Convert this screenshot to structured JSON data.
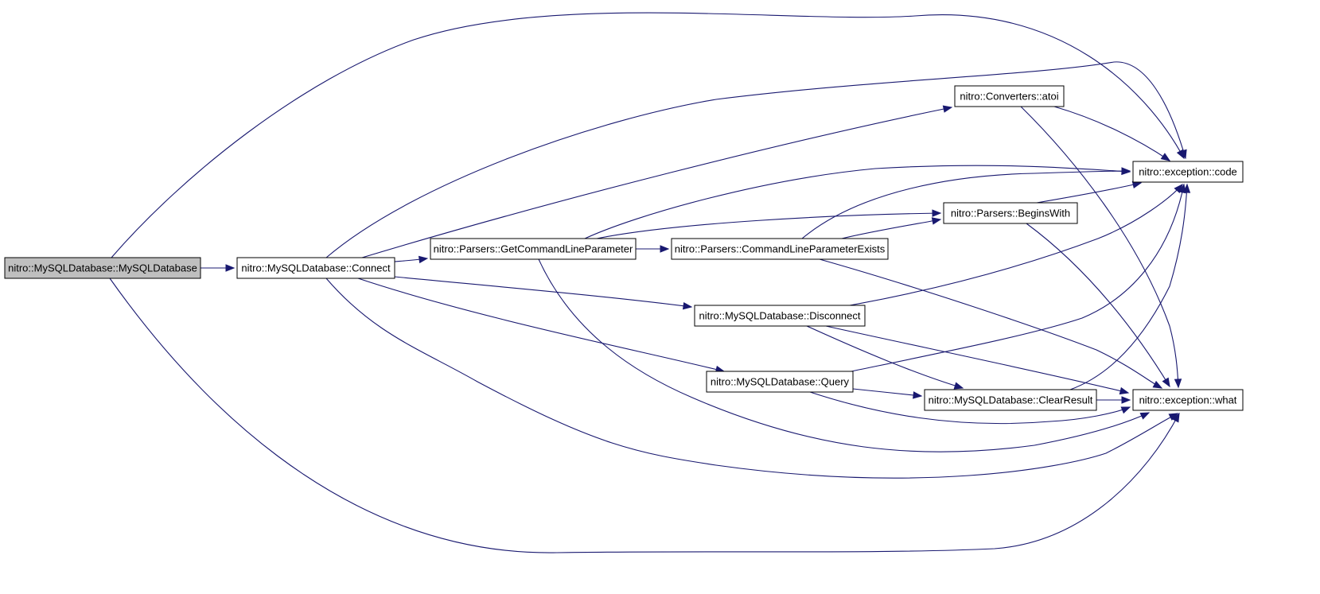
{
  "graph": {
    "nodes": [
      {
        "id": "mysql_ctor",
        "label": "nitro::MySQLDatabase::MySQLDatabase",
        "highlighted": true
      },
      {
        "id": "connect",
        "label": "nitro::MySQLDatabase::Connect"
      },
      {
        "id": "getcmd",
        "label": "nitro::Parsers::GetCommandLineParameter"
      },
      {
        "id": "cmdexists",
        "label": "nitro::Parsers::CommandLineParameterExists"
      },
      {
        "id": "atoi",
        "label": "nitro::Converters::atoi"
      },
      {
        "id": "beginswith",
        "label": "nitro::Parsers::BeginsWith"
      },
      {
        "id": "disconnect",
        "label": "nitro::MySQLDatabase::Disconnect"
      },
      {
        "id": "query",
        "label": "nitro::MySQLDatabase::Query"
      },
      {
        "id": "clearresult",
        "label": "nitro::MySQLDatabase::ClearResult"
      },
      {
        "id": "exc_code",
        "label": "nitro::exception::code"
      },
      {
        "id": "exc_what",
        "label": "nitro::exception::what"
      }
    ],
    "edges": [
      [
        "mysql_ctor",
        "connect"
      ],
      [
        "mysql_ctor",
        "exc_code"
      ],
      [
        "mysql_ctor",
        "exc_what"
      ],
      [
        "connect",
        "getcmd"
      ],
      [
        "connect",
        "atoi"
      ],
      [
        "connect",
        "exc_code"
      ],
      [
        "connect",
        "disconnect"
      ],
      [
        "connect",
        "query"
      ],
      [
        "connect",
        "exc_what"
      ],
      [
        "getcmd",
        "cmdexists"
      ],
      [
        "getcmd",
        "beginswith"
      ],
      [
        "getcmd",
        "exc_code"
      ],
      [
        "getcmd",
        "exc_what"
      ],
      [
        "cmdexists",
        "beginswith"
      ],
      [
        "cmdexists",
        "exc_code"
      ],
      [
        "cmdexists",
        "exc_what"
      ],
      [
        "atoi",
        "exc_code"
      ],
      [
        "atoi",
        "exc_what"
      ],
      [
        "beginswith",
        "exc_code"
      ],
      [
        "beginswith",
        "exc_what"
      ],
      [
        "disconnect",
        "exc_code"
      ],
      [
        "disconnect",
        "clearresult"
      ],
      [
        "disconnect",
        "exc_what"
      ],
      [
        "query",
        "exc_code"
      ],
      [
        "query",
        "clearresult"
      ],
      [
        "query",
        "exc_what"
      ],
      [
        "clearresult",
        "exc_code"
      ],
      [
        "clearresult",
        "exc_what"
      ]
    ],
    "colors": {
      "edge": "#191970",
      "node_fill": "#ffffff",
      "highlight_fill": "#bfbfbf",
      "node_stroke": "#000000"
    }
  }
}
